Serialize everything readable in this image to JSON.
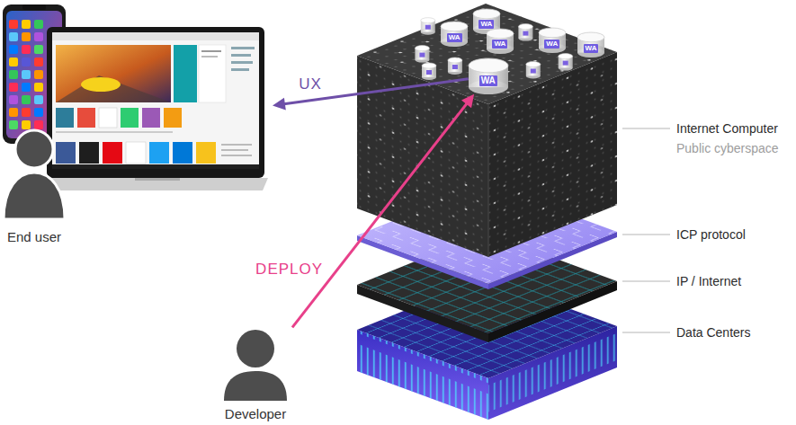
{
  "diagram": {
    "nodes": [
      {
        "text": [
          "End user"
        ]
      },
      {
        "text": [
          "WA"
        ]
      },
      {
        "text": [
          "WA"
        ]
      },
      {
        "text": [
          "WA"
        ]
      },
      {
        "text": [
          "WA"
        ]
      },
      {
        "text": [
          "WA"
        ]
      },
      {
        "text": [
          "WA"
        ]
      },
      {
        "text": [
          "Developer"
        ]
      }
    ],
    "edges": [
      {
        "from": 6,
        "to": 0,
        "label": "UX",
        "arrow": "to"
      },
      {
        "from": 7,
        "to": 6,
        "label": "DEPLOY",
        "arrow": "to"
      }
    ],
    "labels": [
      "Internet Computer",
      "Public cyberspace",
      "ICP protocol",
      "IP / Internet",
      "Data Centers"
    ]
  }
}
